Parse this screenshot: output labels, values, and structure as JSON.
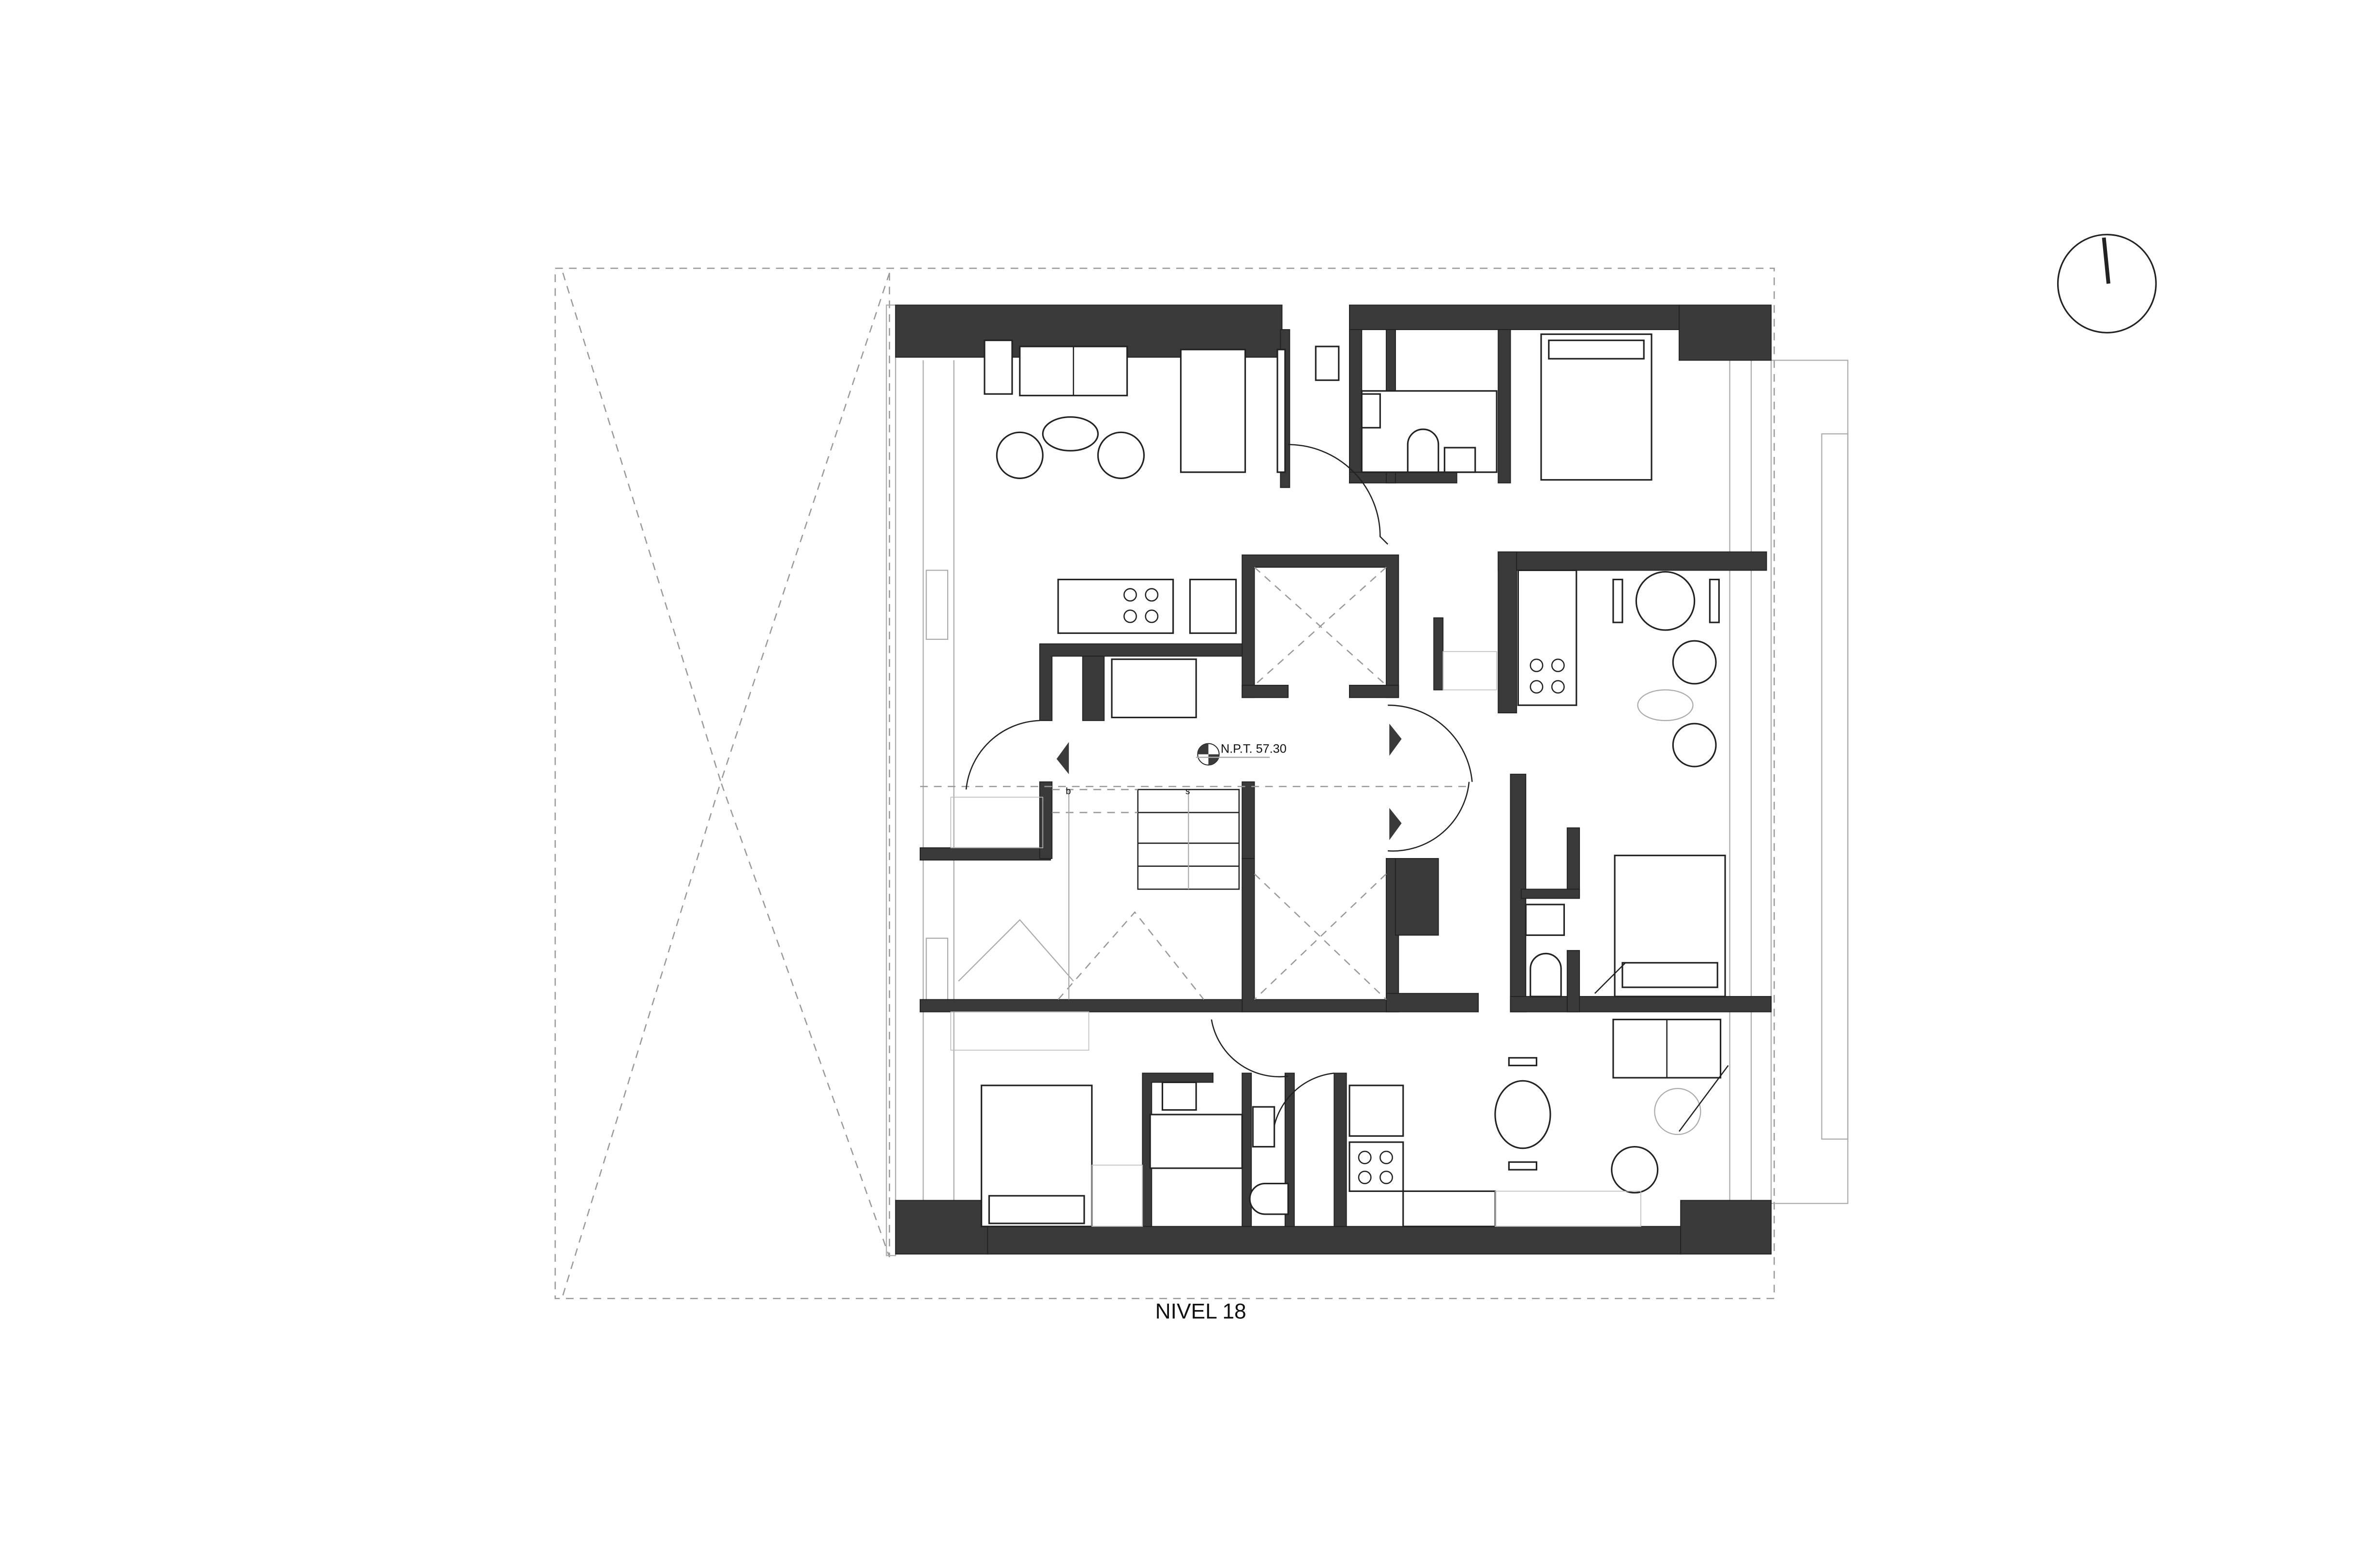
{
  "drawing": {
    "title": "NIVEL 18",
    "level_marker": "N.P.T. 57.30",
    "stair_labels": {
      "down": "b",
      "up": "s"
    }
  },
  "colors": {
    "wall": "#3a3a3a",
    "line": "#222222",
    "background": "#ffffff"
  }
}
